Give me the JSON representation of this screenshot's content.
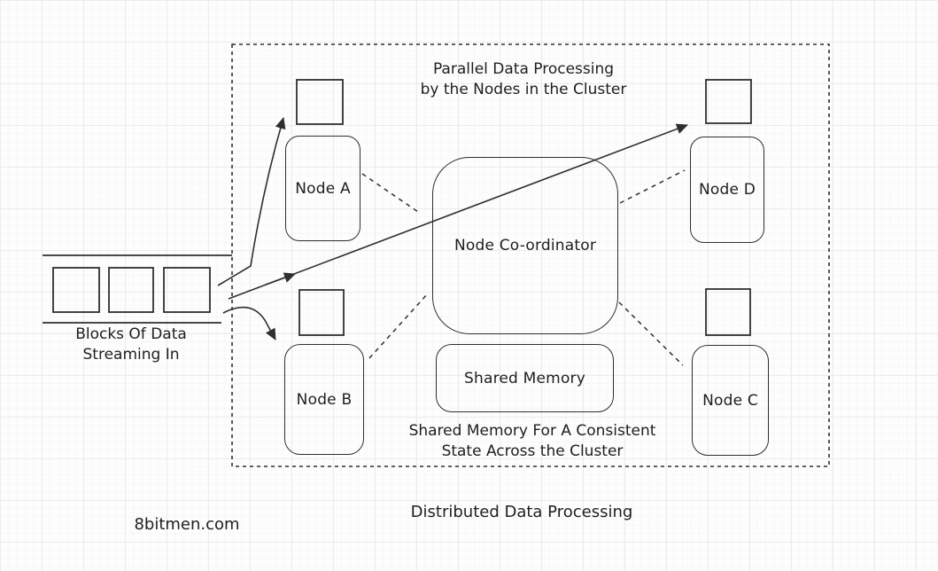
{
  "colors": {
    "ink": "#2f2f2f",
    "text": "#1e1e1e",
    "background": "#fdfdfd",
    "grid_major": "#ececec",
    "grid_minor": "#f7f7f7"
  },
  "cluster": {
    "title_line1": "Parallel Data Processing",
    "title_line2": "by the Nodes in the Cluster",
    "caption_line1": "Shared Memory For A Consistent",
    "caption_line2": "State Across the Cluster"
  },
  "nodes": {
    "a": {
      "label": "Node A"
    },
    "b": {
      "label": "Node B"
    },
    "c": {
      "label": "Node C"
    },
    "d": {
      "label": "Node D"
    },
    "coordinator": {
      "label": "Node Co-ordinator"
    },
    "shared_memory": {
      "label": "Shared Memory"
    }
  },
  "stream": {
    "label_line1": "Blocks Of Data",
    "label_line2": "Streaming In"
  },
  "footer": {
    "title": "Distributed Data Processing",
    "watermark": "8bitmen.com"
  }
}
